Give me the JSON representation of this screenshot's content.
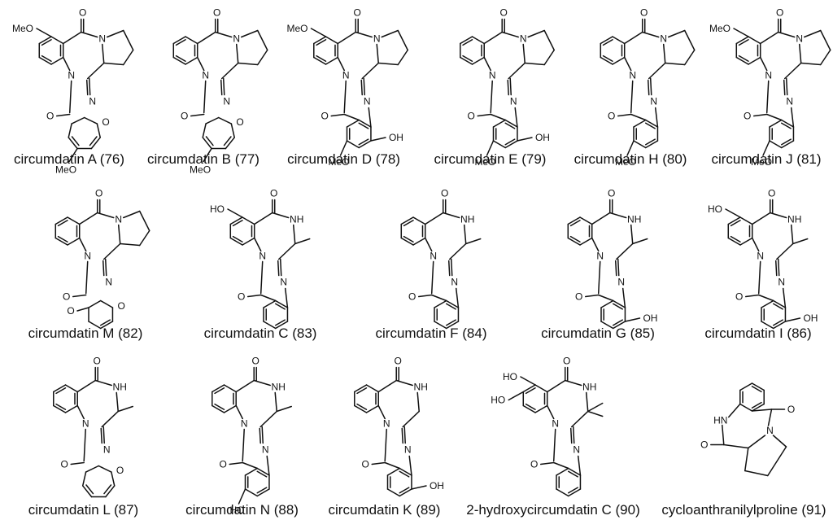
{
  "compounds": [
    {
      "id": "A",
      "name": "circumdatin A (76)",
      "family": "pyrrolo",
      "ringD": "oxepine",
      "subsTop": [
        "MeO"
      ],
      "subsD": [
        "MeO"
      ]
    },
    {
      "id": "B",
      "name": "circumdatin B (77)",
      "family": "pyrrolo",
      "ringD": "oxepine",
      "subsTop": [],
      "subsD": [
        "MeO"
      ]
    },
    {
      "id": "D",
      "name": "circumdatin D (78)",
      "family": "pyrrolo",
      "ringD": "benzene",
      "subsTop": [
        "MeO"
      ],
      "subsD": [
        "OH",
        "MeO"
      ]
    },
    {
      "id": "E",
      "name": "circumdatin E (79)",
      "family": "pyrrolo",
      "ringD": "benzene",
      "subsTop": [],
      "subsD": [
        "OH",
        "MeO"
      ]
    },
    {
      "id": "H",
      "name": "circumdatin H (80)",
      "family": "pyrrolo",
      "ringD": "benzene",
      "subsTop": [],
      "subsD": [
        "MeO"
      ]
    },
    {
      "id": "J",
      "name": "circumdatin J (81)",
      "family": "pyrrolo",
      "ringD": "benzene",
      "subsTop": [
        "MeO"
      ],
      "subsD": [
        "MeO"
      ]
    },
    {
      "id": "M",
      "name": "circumdatin M (82)",
      "family": "pyrrolo",
      "ringD": "pyranone",
      "subsTop": [],
      "subsD": []
    },
    {
      "id": "C",
      "name": "circumdatin C (83)",
      "family": "methyl",
      "ringD": "benzene",
      "subsTop": [
        "HO"
      ],
      "subsD": []
    },
    {
      "id": "F",
      "name": "circumdatin F (84)",
      "family": "methyl",
      "ringD": "benzene",
      "subsTop": [],
      "subsD": []
    },
    {
      "id": "G",
      "name": "circumdatin G (85)",
      "family": "methyl",
      "ringD": "benzene",
      "subsTop": [],
      "subsD": [
        "OH"
      ]
    },
    {
      "id": "I",
      "name": "circumdatin I (86)",
      "family": "methyl",
      "ringD": "benzene",
      "subsTop": [
        "HO"
      ],
      "subsD": [
        "OH"
      ]
    },
    {
      "id": "L",
      "name": "circumdatin L (87)",
      "family": "methyl",
      "ringD": "oxepine",
      "subsTop": [],
      "subsD": []
    },
    {
      "id": "N",
      "name": "circumdatin N (88)",
      "family": "methyl",
      "ringD": "benzene",
      "subsTop": [],
      "subsD": [
        "HO"
      ]
    },
    {
      "id": "K",
      "name": "circumdatin K (89)",
      "family": "ch2",
      "ringD": "benzene",
      "subsTop": [],
      "subsD": [
        "OH"
      ]
    },
    {
      "id": "HC",
      "name": "2-hydroxycircumdatin C (90)",
      "family": "dimethyl",
      "ringD": "benzene",
      "subsTop": [
        "HO",
        "HO"
      ],
      "subsD": []
    },
    {
      "id": "CP",
      "name": "cycloanthranilylproline (91)",
      "family": "cyclo",
      "ringD": "none",
      "subsTop": [],
      "subsD": []
    }
  ],
  "atoms": {
    "N": "N",
    "NH": "NH",
    "HN": "HN",
    "O": "O",
    "MeO": "MeO",
    "OH": "OH",
    "HO": "HO"
  }
}
